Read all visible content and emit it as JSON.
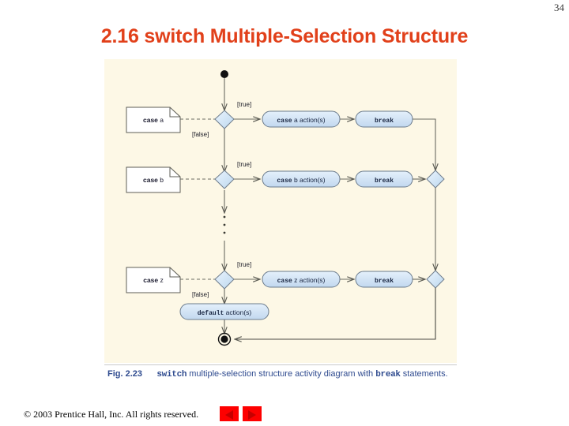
{
  "page": {
    "number": "34"
  },
  "title": {
    "text": "2.16  switch Multiple-Selection Structure"
  },
  "colors": {
    "title": "#e1401a",
    "figure_background": "#fdf8e6",
    "action_fill": "#ccdff2",
    "decision_fill": "#cfe4f5",
    "note_fill": "#ffffff",
    "caption": "#2f4b8f",
    "nav_button": "#fe0000",
    "nav_arrow": "#c60000"
  },
  "figure": {
    "caption_label": "Fig. 2.23",
    "caption_part1": "switch",
    "caption_part2": " multiple-selection structure activity diagram with ",
    "caption_part3": "break",
    "caption_part4": " statements."
  },
  "diagram": {
    "type": "uml-activity-diagram",
    "start_node": "initial-state",
    "end_node": "final-state",
    "ellipsis": "⋮",
    "notes": [
      {
        "id": "case-a",
        "label_bold": "case",
        "label_rest": " a"
      },
      {
        "id": "case-b",
        "label_bold": "case",
        "label_rest": " b"
      },
      {
        "id": "case-z",
        "label_bold": "case",
        "label_rest": " z"
      }
    ],
    "decisions": [
      {
        "id": "decision-a",
        "true_guard": "[true]",
        "false_guard": "[false]"
      },
      {
        "id": "decision-b",
        "true_guard": "[true]",
        "false_guard": ""
      },
      {
        "id": "decision-z",
        "true_guard": "[true]",
        "false_guard": "[false]"
      }
    ],
    "actions": [
      {
        "id": "action-a",
        "bold": "case",
        "rest": " a action(s)"
      },
      {
        "id": "action-b",
        "bold": "case",
        "rest": " b action(s)"
      },
      {
        "id": "action-z",
        "bold": "case",
        "rest": " z action(s)"
      },
      {
        "id": "action-default",
        "bold": "default",
        "rest": " action(s)"
      }
    ],
    "breaks": [
      {
        "id": "break-a",
        "label": "break"
      },
      {
        "id": "break-b",
        "label": "break"
      },
      {
        "id": "break-z",
        "label": "break"
      }
    ],
    "merges": [
      {
        "id": "merge-1"
      },
      {
        "id": "merge-2"
      }
    ]
  },
  "footer": {
    "copyright": "© 2003 Prentice Hall, Inc.  All rights reserved.",
    "prev_label": "previous-slide",
    "next_label": "next-slide"
  }
}
